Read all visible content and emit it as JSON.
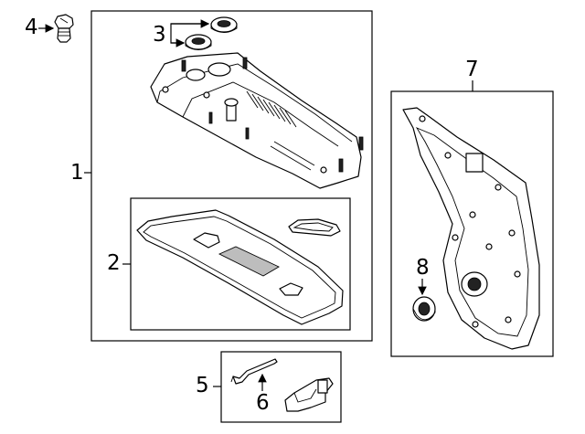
{
  "callouts": {
    "c1": "1",
    "c2": "2",
    "c3": "3",
    "c4": "4",
    "c5": "5",
    "c6": "6",
    "c7": "7",
    "c8": "8"
  },
  "parts": [
    {
      "callout": "1",
      "icon": "valve-cover-icon"
    },
    {
      "callout": "2",
      "icon": "gasket-icon"
    },
    {
      "callout": "3",
      "icon": "seal-ring-icon"
    },
    {
      "callout": "4",
      "icon": "oil-cap-icon"
    },
    {
      "callout": "5",
      "icon": "bracket-icon"
    },
    {
      "callout": "6",
      "icon": "clip-icon"
    },
    {
      "callout": "7",
      "icon": "timing-cover-icon"
    },
    {
      "callout": "8",
      "icon": "oil-seal-icon"
    }
  ]
}
